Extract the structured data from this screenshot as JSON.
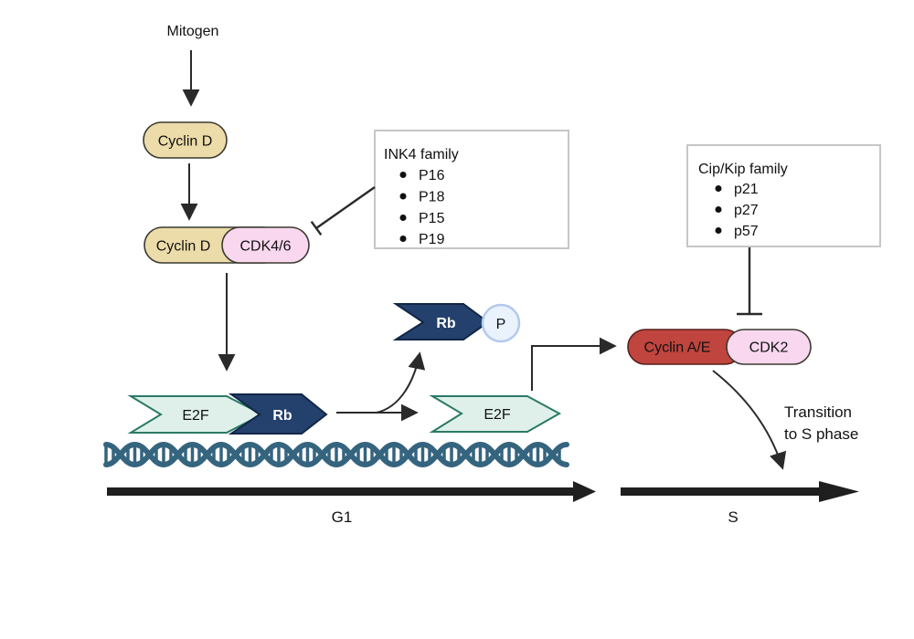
{
  "nodes": {
    "mitogen": "Mitogen",
    "cyclin_d": "Cyclin D",
    "cdk46": "CDK4/6",
    "rb": "Rb",
    "phospho": "P",
    "e2f": "E2F",
    "cyclin_ae": "Cyclin A/E",
    "cdk2": "CDK2"
  },
  "ink4_box": {
    "title": "INK4 family",
    "items": [
      "P16",
      "P18",
      "P15",
      "P19"
    ]
  },
  "cipkip_box": {
    "title": "Cip/Kip family",
    "items": [
      "p21",
      "p27",
      "p57"
    ]
  },
  "annotations": {
    "transition_line1": "Transition",
    "transition_line2": "to S phase"
  },
  "timeline": {
    "g1_label": "G1",
    "s_label": "S"
  },
  "colors": {
    "cyclin_d_fill": "#ecdcaa",
    "cdk_fill": "#f8d7ef",
    "cyclin_ae_fill": "#c1453f",
    "rb_fill": "#24416e",
    "e2f_fill": "#def0e9",
    "phospho_fill": "#eaf2fd",
    "dna": "#35647f",
    "line": "#2a2a2a"
  }
}
